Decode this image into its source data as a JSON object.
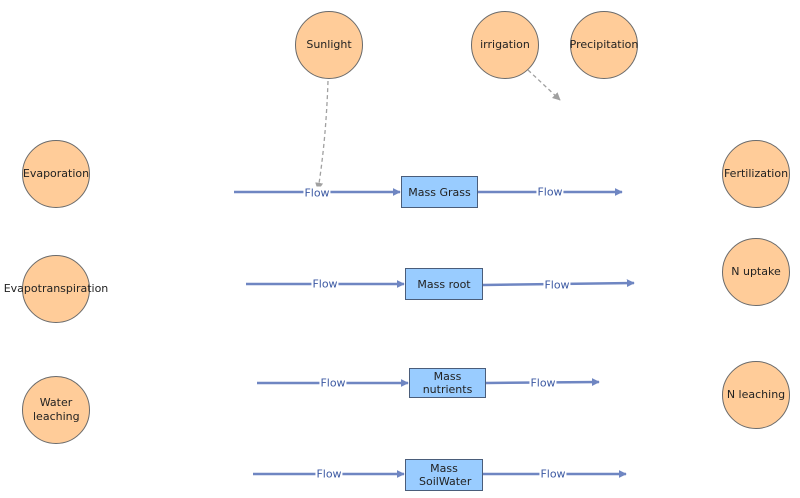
{
  "clouds": {
    "sunlight": "Sunlight",
    "irrigation": "irrigation",
    "precipitation": "Precipitation",
    "evaporation": "Evaporation",
    "evapotranspiration": "Evapotranspiration",
    "water_leaching": "Water leaching",
    "fertilization": "Fertilization",
    "n_uptake": "N uptake",
    "n_leaching": "N leaching"
  },
  "stocks": {
    "mass_grass": "Mass Grass",
    "mass_root": "Mass root",
    "mass_nutrients": "Mass nutrients",
    "mass_soilwater": "Mass SoilWater"
  },
  "flows": {
    "label": "Flow"
  },
  "colors": {
    "cloud_fill": "#ffcc99",
    "stock_fill": "#99ccff",
    "flow_line": "#6f86c2",
    "link_line": "#a0a0a0"
  }
}
